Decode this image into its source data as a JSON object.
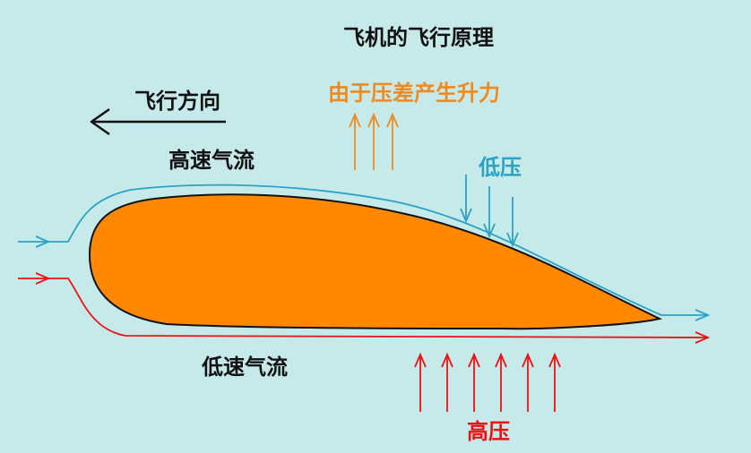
{
  "title": "飞机的飞行原理",
  "labels": {
    "flight_direction": "飞行方向",
    "lift": "由于压差产生升力",
    "high_speed_flow": "高速气流",
    "low_speed_flow": "低速气流",
    "low_pressure": "低压",
    "high_pressure": "高压"
  },
  "colors": {
    "background": "#c6e9ea",
    "airfoil": "#ff8800",
    "upper_flow": "#2aa3c4",
    "lower_flow": "#ee1111",
    "lift": "#f08a1e",
    "text": "#111111"
  }
}
